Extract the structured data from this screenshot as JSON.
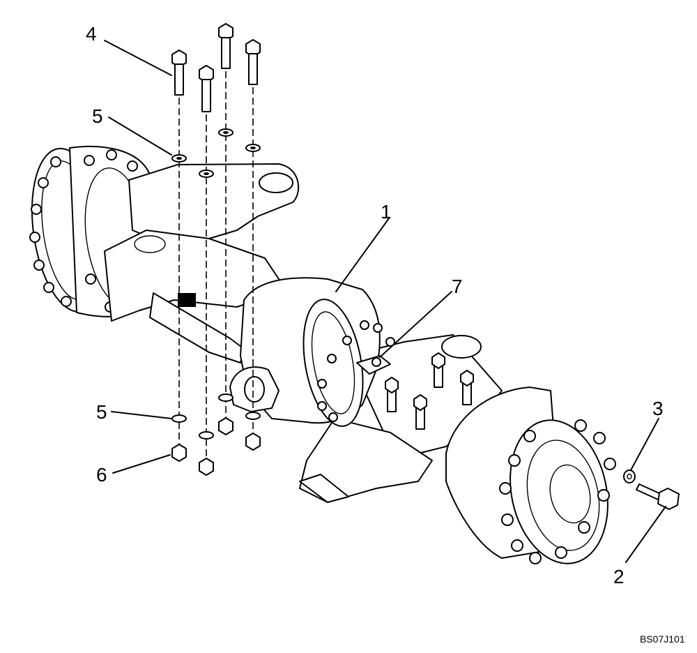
{
  "callouts": [
    {
      "id": "1",
      "label": "1"
    },
    {
      "id": "2",
      "label": "2"
    },
    {
      "id": "3",
      "label": "3"
    },
    {
      "id": "4",
      "label": "4"
    },
    {
      "id": "5a",
      "label": "5"
    },
    {
      "id": "5b",
      "label": "5"
    },
    {
      "id": "6",
      "label": "6"
    },
    {
      "id": "7",
      "label": "7"
    }
  ],
  "figure_code": "BS07J101"
}
